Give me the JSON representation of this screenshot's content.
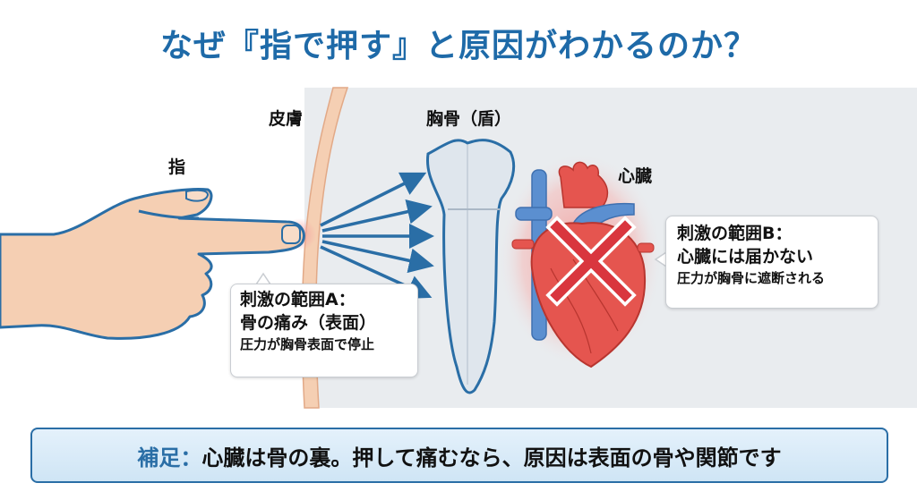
{
  "title": "なぜ『指で押す』と原因がわかるのか？",
  "labels": {
    "finger": "指",
    "skin": "皮膚",
    "sternum": "胸骨（盾）",
    "heart": "心臓"
  },
  "bubble_a": {
    "line1": "刺激の範囲A：",
    "line2": "骨の痛み（表面）",
    "line3": "圧力が胸骨表面で停止"
  },
  "bubble_b": {
    "line1": "刺激の範囲B：",
    "line2": "心臓には届かない",
    "line3": "圧力が胸骨に遮断される"
  },
  "note": {
    "key": "補足：",
    "text": "心臓は骨の裏。押して痛むなら、原因は表面の骨や関節です"
  },
  "colors": {
    "title": "#1e6aa8",
    "skin": "#f5cfb3",
    "outline": "#2a6ea6",
    "heart": "#e5554f",
    "vein": "#5b8fd0",
    "cross": "#d9363e",
    "panel": "#e9ecef"
  },
  "icons": [
    "hand-pointing-icon",
    "sternum-shield-icon",
    "heart-icon",
    "cross-mark-icon",
    "pressure-arrows-icon"
  ]
}
